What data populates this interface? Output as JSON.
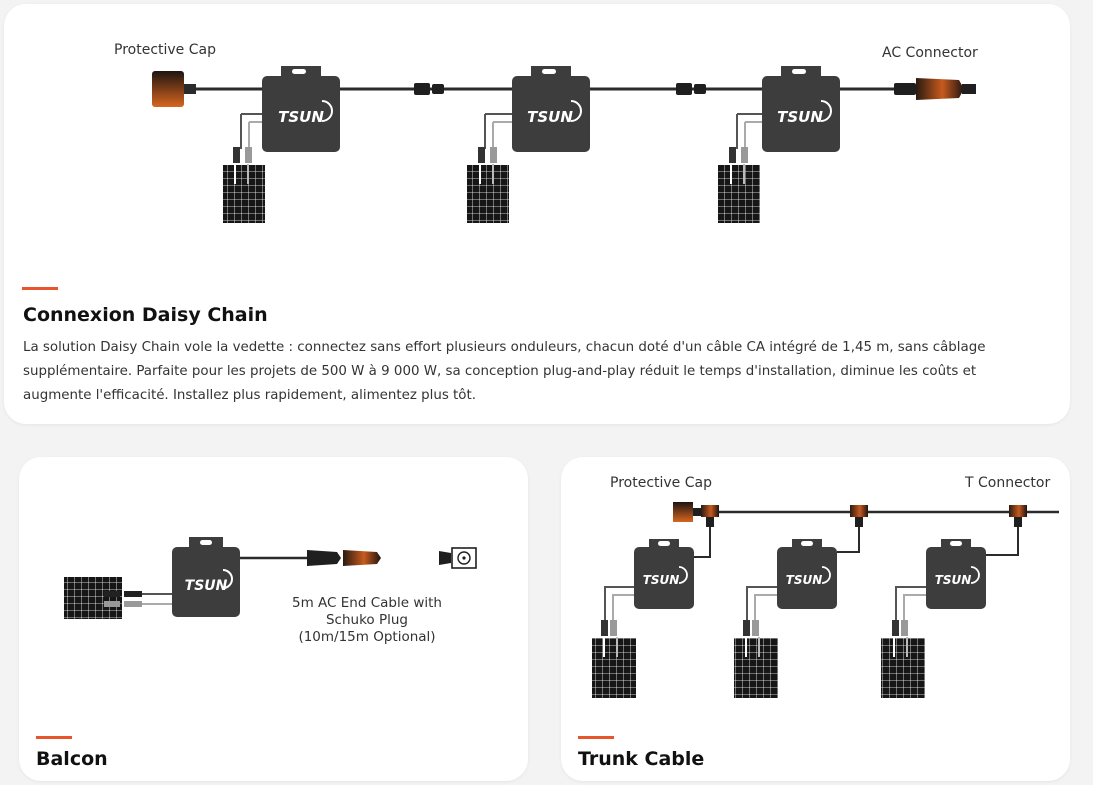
{
  "accent_color": "#e8542b",
  "brand_text": "TSUN",
  "daisy": {
    "title": "Connexion Daisy Chain",
    "description": "La solution Daisy Chain vole la vedette : connectez sans effort plusieurs onduleurs, chacun doté d'un câble CA intégré de 1,45 m, sans câblage supplémentaire. Parfaite pour les projets de 500 W à 9 000 W, sa conception plug-and-play réduit le temps d'installation, diminue les coûts et augmente l'efficacité. Installez plus rapidement, alimentez plus tôt.",
    "label_protective_cap": "Protective Cap",
    "label_ac_connector": "AC Connector"
  },
  "balcon": {
    "title": "Balcon",
    "cable_label_line1": "5m AC End Cable with",
    "cable_label_line2": "Schuko Plug",
    "cable_label_line3": "(10m/15m Optional)"
  },
  "trunk": {
    "title": "Trunk Cable",
    "label_protective_cap": "Protective Cap",
    "label_t_connector": "T Connector"
  }
}
